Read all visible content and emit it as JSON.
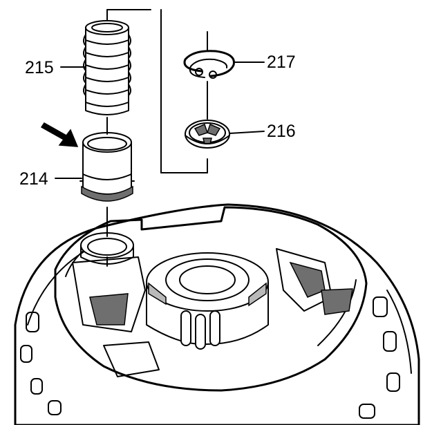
{
  "callouts": {
    "c214": "214",
    "c215": "215",
    "c216": "216",
    "c217": "217"
  },
  "colors": {
    "ink": "#000000",
    "shade": "#6f6f6f",
    "background": "#ffffff"
  }
}
